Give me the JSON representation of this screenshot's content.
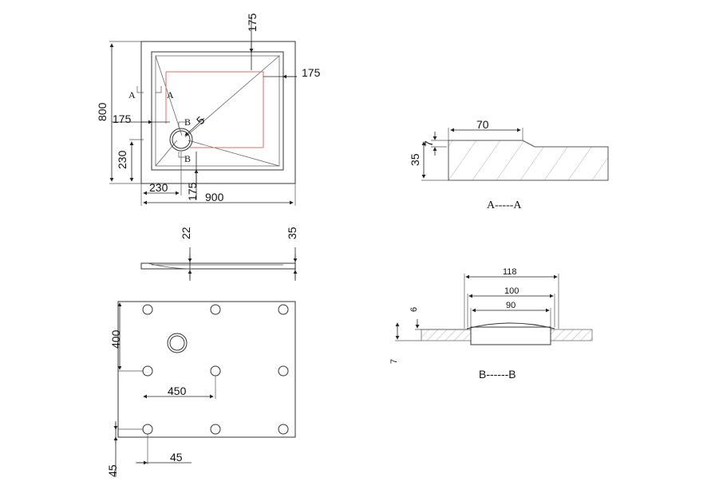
{
  "plan_view": {
    "width": "900",
    "height": "800",
    "top_margin": "175",
    "right_margin": "175",
    "left_margin": "175",
    "bottom_margin": "175",
    "drain_offset_x": "230",
    "drain_offset_y": "230",
    "slope": "5",
    "section_a_label": "A",
    "section_b_label": "B"
  },
  "side_view": {
    "depth_inner": "22",
    "depth_total": "35"
  },
  "bottom_view": {
    "leg_spacing_y": "400",
    "leg_spacing_x": "450",
    "edge_x": "45",
    "edge_y": "45"
  },
  "section_a": {
    "step_width": "70",
    "step_height": "7",
    "thickness": "35",
    "title": "A-----A"
  },
  "section_b": {
    "outer": "118",
    "middle": "100",
    "inner": "90",
    "lip": "6",
    "depth": "7",
    "title": "B------B"
  }
}
